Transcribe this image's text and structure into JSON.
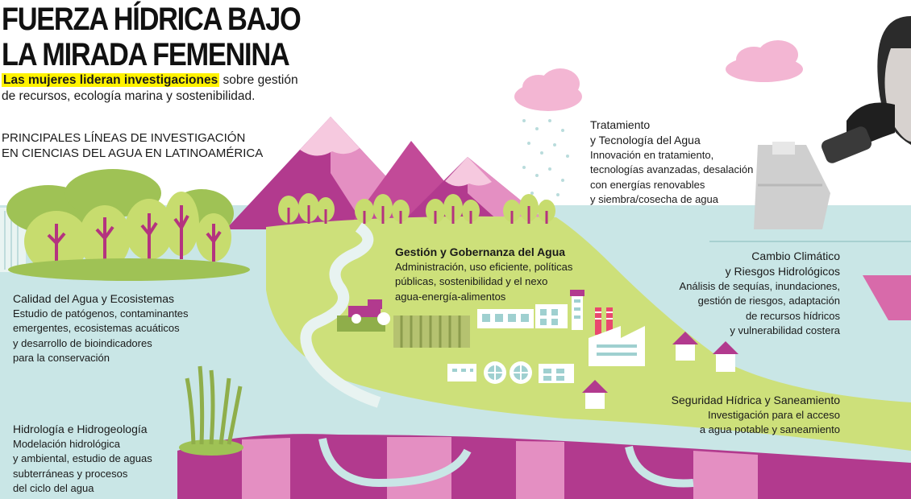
{
  "header": {
    "title_line1": "FUERZA HÍDRICA BAJO",
    "title_line2": "LA MIRADA FEMENINA",
    "highlight": "Las mujeres lideran investigaciones",
    "subtitle_rest_1": " sobre gestión",
    "subtitle_rest_2": "de recursos, ecología marina y sostenibilidad.",
    "lines_heading_1": "PRINCIPALES LÍNEAS DE INVESTIGACIÓN",
    "lines_heading_2": "EN CIENCIAS DEL AGUA EN LATINOAMÉRICA"
  },
  "topics": {
    "tratamiento": {
      "title_1": "Tratamiento",
      "title_2": "y Tecnología del Agua",
      "lines": [
        "Innovación en tratamiento,",
        "tecnologías avanzadas, desalación",
        "con energías renovables",
        "y siembra/cosecha de agua"
      ]
    },
    "gestion": {
      "title": "Gestión y Gobernanza del Agua",
      "lines": [
        "Administración, uso eficiente, políticas",
        "públicas, sostenibilidad y el nexo",
        "agua-energía-alimentos"
      ]
    },
    "cambio": {
      "title_1": "Cambio Climático",
      "title_2": "y Riesgos Hidrológicos",
      "lines": [
        "Análisis de sequías, inundaciones,",
        "gestión de riesgos, adaptación",
        "de recursos hídricos",
        "y vulnerabilidad costera"
      ]
    },
    "calidad": {
      "title": "Calidad del Agua y Ecosistemas",
      "lines": [
        "Estudio de patógenos, contaminantes",
        "emergentes, ecosistemas acuáticos",
        "y desarrollo de bioindicadores",
        "para la conservación"
      ]
    },
    "seguridad": {
      "title": "Seguridad Hídrica y Saneamiento",
      "lines": [
        "Investigación para el acceso",
        "a agua potable y saneamiento"
      ]
    },
    "hidrologia": {
      "title": "Hidrología e Hidrogeología",
      "lines": [
        "Modelación hidrológica",
        "y ambiental, estudio de aguas",
        "subterráneas y procesos",
        "del ciclo del agua"
      ]
    }
  },
  "colors": {
    "water": "#c9e6e6",
    "land": "#cde07a",
    "mountain_dark": "#b23a8e",
    "mountain_light": "#e48fc2",
    "cloud": "#f3b6d3",
    "tree": "#c7dc6e",
    "trunk": "#b4337f",
    "highlight": "#fff200"
  }
}
